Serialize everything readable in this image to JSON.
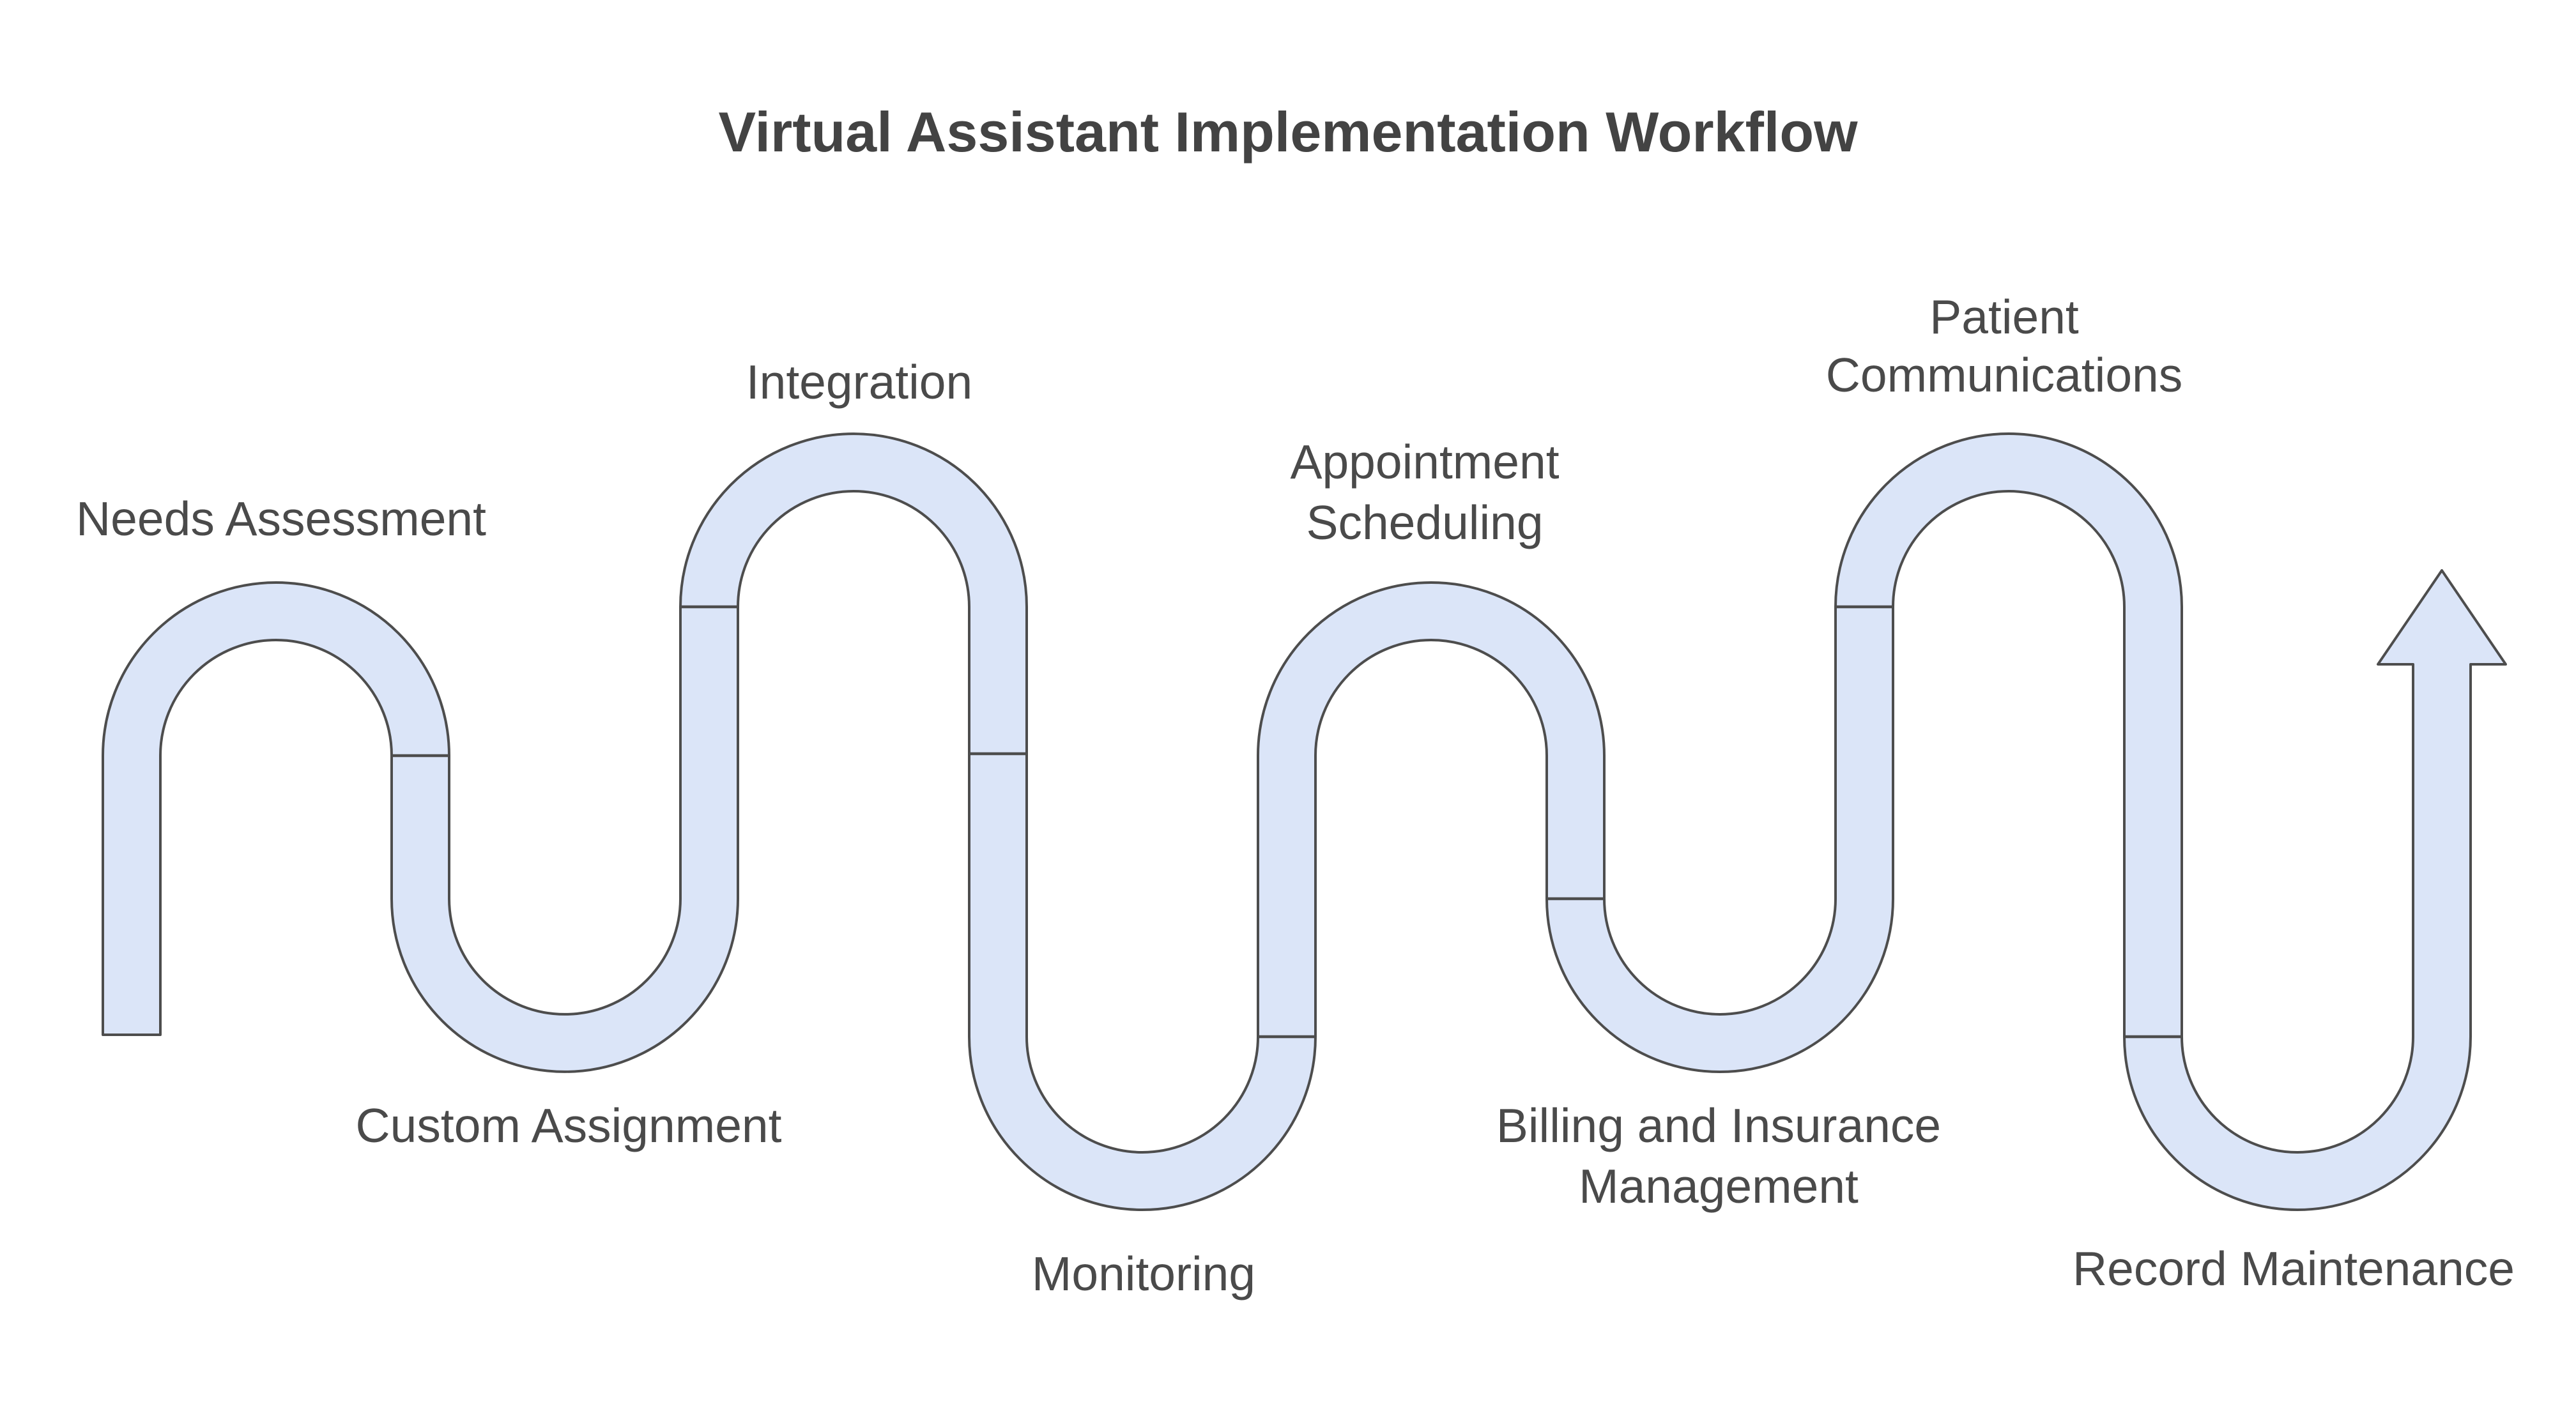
{
  "title": "Virtual Assistant Implementation Workflow",
  "colors": {
    "tube_fill": "#dbe5f8",
    "tube_stroke": "#4d4d4d",
    "label_text": "#4a4a4a",
    "title_text": "#434343",
    "background": "#ffffff"
  },
  "workflow": {
    "flow_direction": "left-to-right",
    "end_marker": "up-arrow",
    "stage_count": 8,
    "stages": [
      {
        "order": 1,
        "label": "Needs Assessment",
        "position": "top",
        "lines": [
          "Needs Assessment"
        ]
      },
      {
        "order": 2,
        "label": "Custom Assignment",
        "position": "bottom",
        "lines": [
          "Custom Assignment"
        ]
      },
      {
        "order": 3,
        "label": "Integration",
        "position": "top",
        "lines": [
          "Integration"
        ]
      },
      {
        "order": 4,
        "label": "Monitoring",
        "position": "bottom",
        "lines": [
          "Monitoring"
        ]
      },
      {
        "order": 5,
        "label": "Appointment Scheduling",
        "position": "top",
        "lines": [
          "Appointment",
          "Scheduling"
        ]
      },
      {
        "order": 6,
        "label": "Billing and Insurance Management",
        "position": "bottom",
        "lines": [
          "Billing and Insurance",
          "Management"
        ]
      },
      {
        "order": 7,
        "label": "Patient Communications",
        "position": "top",
        "lines": [
          "Patient",
          "Communications"
        ]
      },
      {
        "order": 8,
        "label": "Record Maintenance",
        "position": "bottom",
        "lines": [
          "Record Maintenance"
        ]
      }
    ]
  }
}
